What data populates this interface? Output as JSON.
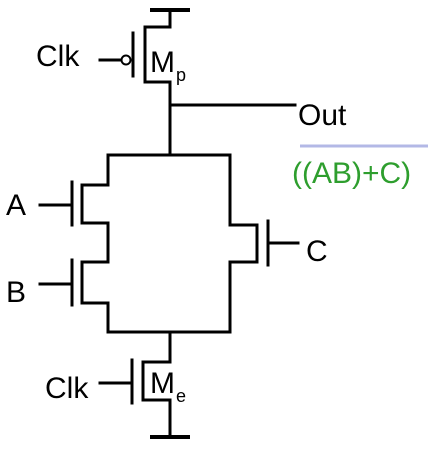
{
  "labels": {
    "clk_top": "Clk",
    "mp_main": "M",
    "mp_sub": "p",
    "out": "Out",
    "expression": "((AB)+C)",
    "input_a": "A",
    "input_b": "B",
    "input_c": "C",
    "clk_bottom": "Clk",
    "me_main": "M",
    "me_sub": "e"
  },
  "colors": {
    "wire": "#000000",
    "expression": "#2e9e2e",
    "expression_rule": "#b3b8e6"
  }
}
